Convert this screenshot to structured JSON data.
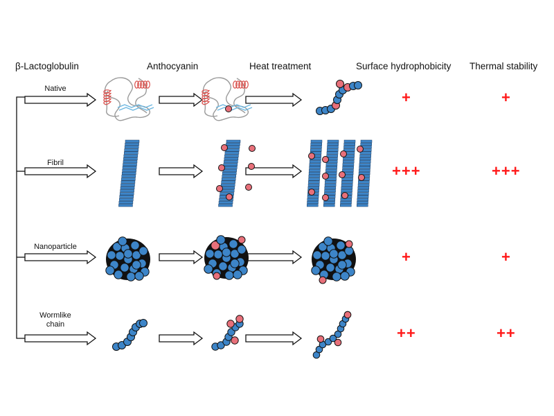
{
  "headers": {
    "protein": "β-Lactoglobulin",
    "anthocyanin": "Anthocyanin",
    "heat": "Heat treatment",
    "hydrophobicity": "Surface hydrophobicity",
    "stability": "Thermal stability"
  },
  "rows": [
    {
      "label": "Native",
      "hydrophobicity": "+",
      "stability": "+"
    },
    {
      "label": "Fibril",
      "hydrophobicity": "+++",
      "stability": "+++"
    },
    {
      "label": "Nanoparticle",
      "hydrophobicity": "+",
      "stability": "+"
    },
    {
      "label": "Wormlike\nchain",
      "hydrophobicity": "++",
      "stability": "++"
    }
  ],
  "colors": {
    "protein_blue": "#3d85c8",
    "anthocyanin_pink": "#e8707a",
    "helix_red": "#d9534f",
    "strand_blue": "#6bb6e0",
    "plus_red": "#ff1a1a"
  }
}
